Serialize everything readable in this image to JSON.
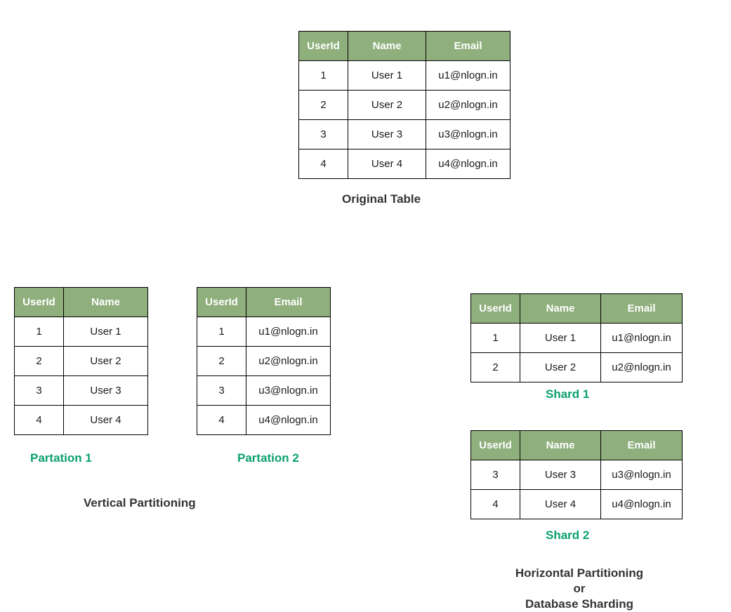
{
  "diagram": {
    "title_text_color": "#333333",
    "accent_green": "#0aa06e",
    "header_green": "#8faf7d",
    "background": "#ffffff"
  },
  "original": {
    "caption": "Original Table",
    "columns": [
      "UserId",
      "Name",
      "Email"
    ],
    "rows": [
      [
        "1",
        "User 1",
        "u1@nlogn.in"
      ],
      [
        "2",
        "User 2",
        "u2@nlogn.in"
      ],
      [
        "3",
        "User 3",
        "u3@nlogn.in"
      ],
      [
        "4",
        "User 4",
        "u4@nlogn.in"
      ]
    ]
  },
  "vertical": {
    "caption": "Vertical Partitioning",
    "partitions": [
      {
        "caption": "Partation 1",
        "columns": [
          "UserId",
          "Name"
        ],
        "rows": [
          [
            "1",
            "User 1"
          ],
          [
            "2",
            "User 2"
          ],
          [
            "3",
            "User 3"
          ],
          [
            "4",
            "User 4"
          ]
        ]
      },
      {
        "caption": "Partation 2",
        "columns": [
          "UserId",
          "Email"
        ],
        "rows": [
          [
            "1",
            "u1@nlogn.in"
          ],
          [
            "2",
            "u2@nlogn.in"
          ],
          [
            "3",
            "u3@nlogn.in"
          ],
          [
            "4",
            "u4@nlogn.in"
          ]
        ]
      }
    ]
  },
  "horizontal": {
    "caption_line_1": "Horizontal Partitioning",
    "caption_line_2": "or",
    "caption_line_3": "Database Sharding",
    "shards": [
      {
        "caption": "Shard 1",
        "columns": [
          "UserId",
          "Name",
          "Email"
        ],
        "rows": [
          [
            "1",
            "User 1",
            "u1@nlogn.in"
          ],
          [
            "2",
            "User 2",
            "u2@nlogn.in"
          ]
        ]
      },
      {
        "caption": "Shard 2",
        "columns": [
          "UserId",
          "Name",
          "Email"
        ],
        "rows": [
          [
            "3",
            "User 3",
            "u3@nlogn.in"
          ],
          [
            "4",
            "User 4",
            "u4@nlogn.in"
          ]
        ]
      }
    ]
  }
}
